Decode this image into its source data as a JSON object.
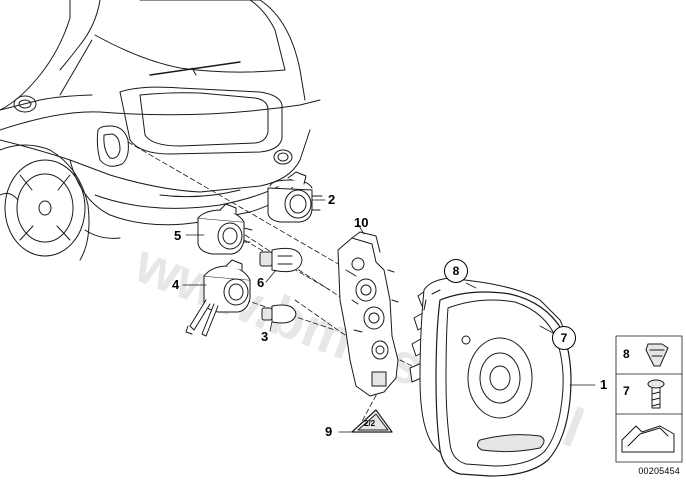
{
  "watermark": "www.bmwstore.pl",
  "diagram_id": "00205454",
  "callouts": {
    "c1": "1",
    "c2": "2",
    "c3": "3",
    "c4": "4",
    "c5": "5",
    "c6": "6",
    "c7": "7",
    "c8": "8",
    "c9": "9",
    "c10": "10"
  },
  "legend": {
    "n8": "8",
    "n7": "7"
  },
  "warning_symbol_text": "2/2",
  "colors": {
    "line": "#1a1a1a",
    "fill": "#ffffff",
    "shade": "#e6e6e6"
  }
}
